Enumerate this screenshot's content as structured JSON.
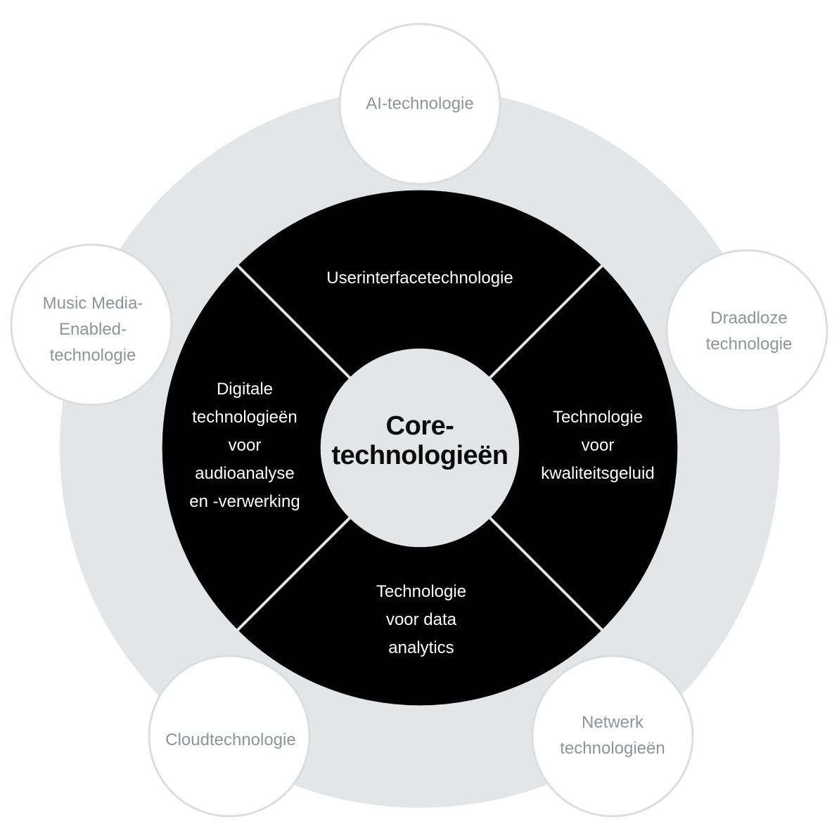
{
  "colors": {
    "ring": "#e4e5e7",
    "segment": "#000000",
    "core": "#e4e5e7",
    "outer_text": "#8f9499",
    "segment_text": "#ffffff",
    "core_text": "#0a0a0a"
  },
  "core": {
    "label": "Core-\ntechnologieën"
  },
  "segments": {
    "top": "Userinterfacetechnologie",
    "right": "Technologie\nvoor\nkwaliteitsgeluid",
    "bottom": "Technologie\nvoor data\nanalytics",
    "left": "Digitale\ntechnologieën\nvoor\naudioanalyse\nen -verwerking"
  },
  "outer": {
    "ai": "AI-technologie",
    "wireless": "Draadloze\ntechnologie",
    "network": "Netwerk\ntechnologieën",
    "cloud": "Cloudtechnologie",
    "music_media": "Music Media-\nEnabled-\ntechnologie"
  }
}
